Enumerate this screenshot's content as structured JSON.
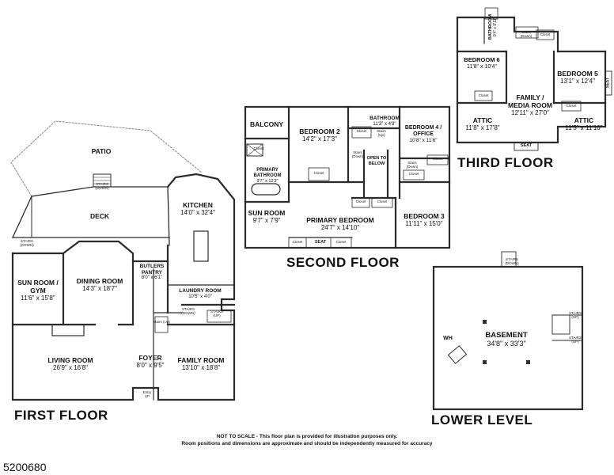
{
  "floors": {
    "first": "FIRST FLOOR",
    "second": "SECOND FLOOR",
    "third": "THIRD FLOOR",
    "lower": "LOWER LEVEL"
  },
  "rooms": {
    "patio": {
      "name": "PATIO"
    },
    "deck": {
      "name": "DECK"
    },
    "kitchen": {
      "name": "KITCHEN",
      "dim": "14'0\" x 32'4\""
    },
    "sun_room_gym": {
      "name": "SUN ROOM /",
      "name2": "GYM",
      "dim": "11'6\" x 15'8\""
    },
    "dining_room": {
      "name": "DINING ROOM",
      "dim": "14'3\" x 18'7\""
    },
    "butlers_pantry": {
      "name": "BUTLERS",
      "name2": "PANTRY",
      "dim": "8'0\" x 6'1\""
    },
    "laundry_room": {
      "name": "LAUNDRY ROOM",
      "dim": "10'5\" x 4'0\""
    },
    "living_room": {
      "name": "LIVING ROOM",
      "dim": "26'9\" x 16'8\""
    },
    "foyer": {
      "name": "FOYER",
      "dim": "8'0\" x 9'5\""
    },
    "family_room": {
      "name": "FAMILY ROOM",
      "dim": "13'10\" x 18'8\""
    },
    "balcony": {
      "name": "BALCONY"
    },
    "bedroom_2": {
      "name": "BEDROOM 2",
      "dim": "14'2\" x 17'3\""
    },
    "bathroom_2f": {
      "name": "BATHROOM",
      "dim": "11'3\" x 4'8\""
    },
    "bedroom_4": {
      "name": "BEDROOM 4 /",
      "name2": "OFFICE",
      "dim": "10'8\" x 11'6\""
    },
    "primary_bathroom": {
      "name": "PRIMARY",
      "name2": "BATHROOM",
      "dim": "9'7\" x 12'3\""
    },
    "open_to_below": {
      "name": "OPEN TO",
      "name2": "BELOW"
    },
    "sun_room_2f": {
      "name": "SUN ROOM",
      "dim": "9'7\" x 7'9\""
    },
    "primary_bedroom": {
      "name": "PRIMARY BEDROOM",
      "dim": "24'7\" x 14'10\""
    },
    "bedroom_3": {
      "name": "BEDROOM 3",
      "dim": "11'11\" x 15'0\""
    },
    "bathroom_3f": {
      "name": "BATHROOM",
      "dim": "9'4\" x 8'11\""
    },
    "bedroom_6": {
      "name": "BEDROOM 6",
      "dim": "11'8\" x 10'4\""
    },
    "bedroom_5": {
      "name": "BEDROOM 5",
      "dim": "13'1\" x 12'4\""
    },
    "family_media": {
      "name": "FAMILY /",
      "name2": "MEDIA ROOM",
      "dim": "12'11\" x 27'0\""
    },
    "attic_left": {
      "name": "ATTIC",
      "dim": "11'8\" x 17'8\""
    },
    "attic_right": {
      "name": "ATTIC",
      "dim": "11'5\" x 11'10\""
    },
    "basement": {
      "name": "BASEMENT",
      "dim": "34'8\" x 33'3\""
    },
    "wh": {
      "name": "WH"
    }
  },
  "small_labels": {
    "closet": "Closet",
    "seat": "SEAT",
    "stairs_down": "STAIRS (DOWN)",
    "stairs_up": "STAIRS (UP)",
    "stairs_down_mixed": "Stairs (Down)",
    "stairs_up_mixed": "Stairs (Up)",
    "entry": "Entry",
    "entry_up": "UP"
  },
  "disclaimer": {
    "line1": "NOT TO SCALE - This floor plan is provided for illustration purposes only.",
    "line2": "Room positions and dimensions are approximate and should be independently measured for accuracy"
  },
  "listing_number": "5200680",
  "colors": {
    "wall": "#2b2b2b",
    "thin": "#555555",
    "dashed": "#888888",
    "background": "#ffffff"
  }
}
